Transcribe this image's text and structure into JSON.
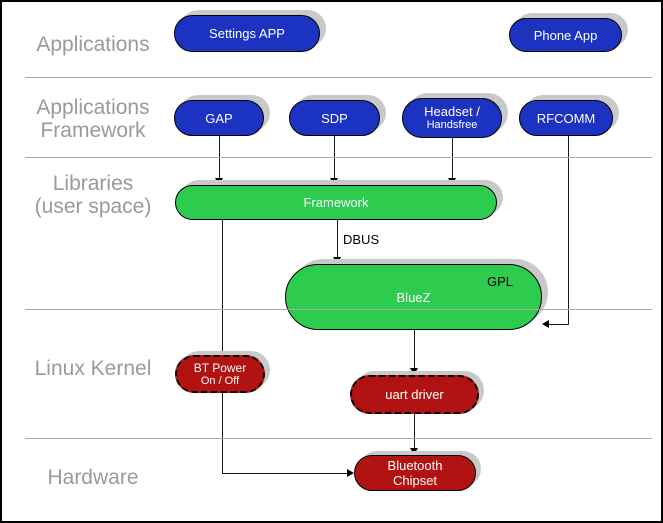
{
  "palette": {
    "blue": "#1b33c0",
    "green": "#2ecc4e",
    "red": "#b11212",
    "label-gray": "#9a9a9a",
    "separator-gray": "#a9a9a9",
    "shadow-gray": "#c9c9c9",
    "line-black": "#1a1a1a"
  },
  "layers": {
    "applications": {
      "label": "Applications"
    },
    "applications_framework": {
      "label1": "Applications",
      "label2": "Framework"
    },
    "libraries": {
      "label1": "Libraries",
      "label2": "(user space)"
    },
    "linux_kernel": {
      "label": "Linux Kernel"
    },
    "hardware": {
      "label": "Hardware"
    }
  },
  "nodes": {
    "settings_app": {
      "label": "Settings APP"
    },
    "phone_app": {
      "label": "Phone App"
    },
    "gap": {
      "label": "GAP"
    },
    "sdp": {
      "label": "SDP"
    },
    "headset": {
      "label1": "Headset /",
      "label2": "Handsfree"
    },
    "rfcomm": {
      "label": "RFCOMM"
    },
    "framework": {
      "label": "Framework"
    },
    "bluez": {
      "label": "BlueZ",
      "badge": "GPL"
    },
    "bt_power": {
      "label1": "BT Power",
      "label2": "On / Off"
    },
    "uart_driver": {
      "label": "uart driver"
    },
    "bluetooth_chipset": {
      "label1": "Bluetooth",
      "label2": "Chipset"
    }
  },
  "edge_labels": {
    "dbus": "DBUS"
  },
  "edges": [
    {
      "from": "GAP",
      "to": "Framework"
    },
    {
      "from": "SDP",
      "to": "Framework"
    },
    {
      "from": "Headset / Handsfree",
      "to": "Framework"
    },
    {
      "from": "Framework",
      "to": "BlueZ",
      "label": "DBUS"
    },
    {
      "from": "Framework",
      "to": "Bluetooth Chipset"
    },
    {
      "from": "RFCOMM",
      "to": "BlueZ"
    },
    {
      "from": "BlueZ",
      "to": "uart driver"
    },
    {
      "from": "uart driver",
      "to": "Bluetooth Chipset"
    }
  ]
}
